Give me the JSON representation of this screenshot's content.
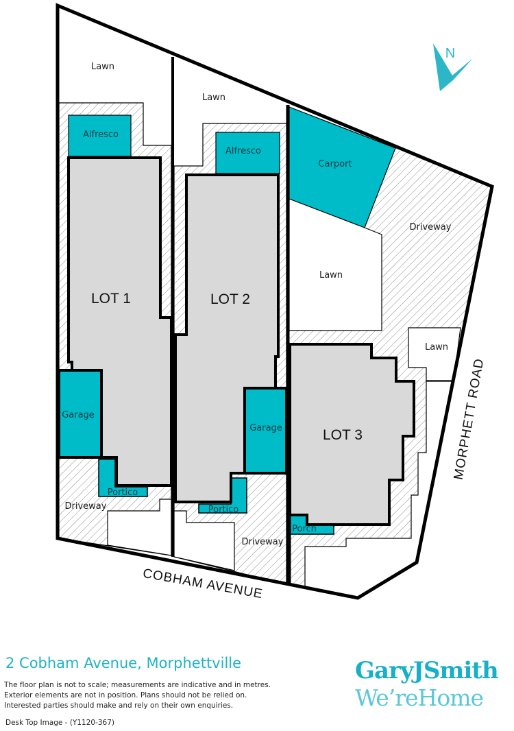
{
  "plan": {
    "labels": {
      "lawn_lot1": "Lawn",
      "lawn_lot2": "Lawn",
      "alfresco_lot1": "Alfresco",
      "alfresco_lot2": "Alfresco",
      "carport": "Carport",
      "driveway_lot3": "Driveway",
      "lawn_lot3": "Lawn",
      "lawn_lot3_small": "Lawn",
      "lot1": "LOT 1",
      "lot2": "LOT 2",
      "lot3": "LOT 3",
      "garage_lot1": "Garage",
      "garage_lot2": "Garage",
      "portico_lot1": "Portico",
      "portico_lot2": "Portico",
      "porch_lot3": "Porch",
      "driveway_lot1": "Driveway",
      "driveway_lot2": "Driveway"
    },
    "streets": {
      "south": "COBHAM AVENUE",
      "east": "MORPHETT ROAD"
    },
    "compass": {
      "label": "N"
    },
    "colors": {
      "accent": "#00bcc8",
      "building": "#d9d9d9",
      "outline": "#000000"
    }
  },
  "footer": {
    "title": "2 Cobham Avenue, Morphettville",
    "disclaimer": [
      "The floor plan is not to scale; measurements are indicative and in metres.",
      "Exterior elements are not in position. Plans should not be relied on.",
      "Interested parties should make and rely on their own enquiries."
    ],
    "reference": "Desk Top Image - (Y1120-367)"
  },
  "logo": {
    "line1": "GaryJSmith",
    "line2": "We’reHome"
  }
}
